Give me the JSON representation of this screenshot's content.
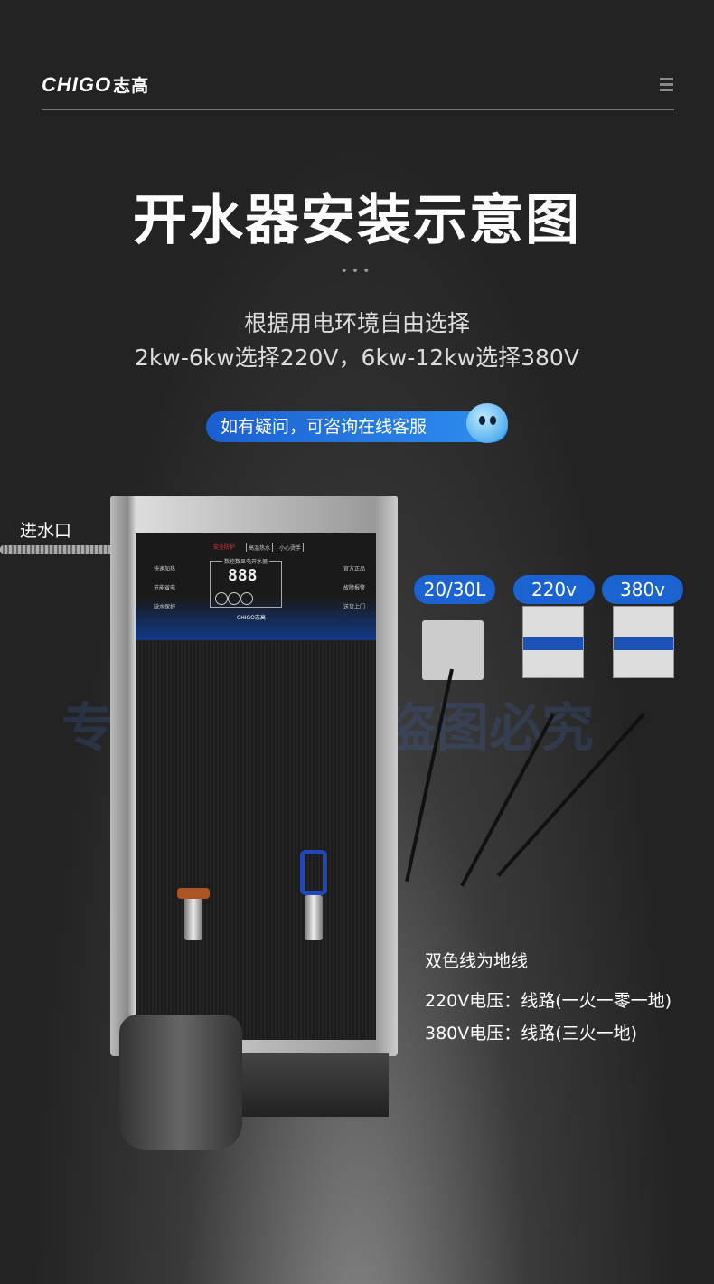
{
  "header": {
    "brand": "CHIGO",
    "brand_cn": "志高"
  },
  "title": "开水器安装示意图",
  "subtitle_line1": "根据用电环境自由选择",
  "subtitle_line2": "2kw-6kw选择220V，6kw-12kw选择380V",
  "consult_button": "如有疑问，可咨询在线客服",
  "inlet_label": "进水口",
  "panel": {
    "warning": "安全防护",
    "badge1": "高温热水",
    "badge2": "小心烫手",
    "display_title": "数控数显电开水器",
    "display_digits": "888",
    "brand": "CHIGO志高",
    "left_features": [
      "快速加热",
      "节能省电",
      "缺水保护"
    ],
    "right_features": [
      "官方正品",
      "故障报警",
      "送货上门"
    ]
  },
  "tags": [
    "20/30L",
    "220v",
    "380v"
  ],
  "notes": [
    "双色线为地线",
    "220V电压：线路(一火一零一地)",
    "380V电压：线路(三火一地)"
  ],
  "watermark": [
    "专属主图",
    "盗图必究"
  ]
}
